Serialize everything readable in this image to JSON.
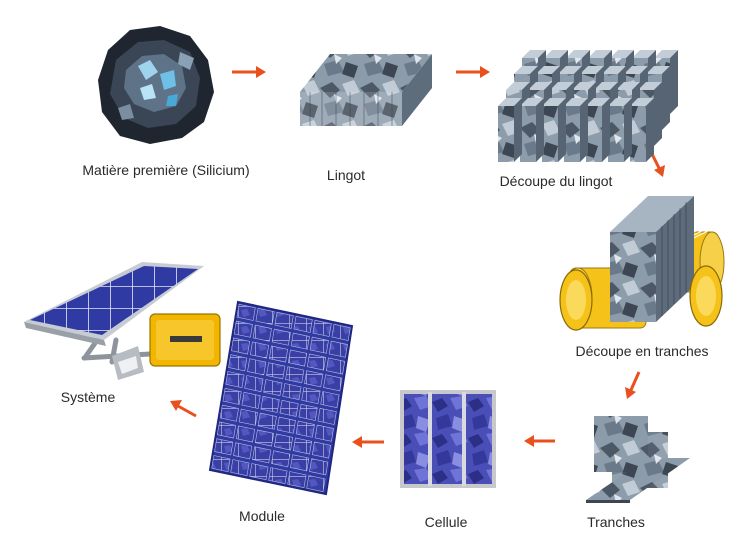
{
  "diagram": {
    "steps": [
      {
        "id": "raw",
        "label": "Matière première (Silicium)"
      },
      {
        "id": "ingot",
        "label": "Lingot"
      },
      {
        "id": "ingot-cut",
        "label": "Découpe du lingot"
      },
      {
        "id": "slicing",
        "label": "Découpe en tranches"
      },
      {
        "id": "wafers",
        "label": "Tranches"
      },
      {
        "id": "cell",
        "label": "Cellule"
      },
      {
        "id": "module",
        "label": "Module"
      },
      {
        "id": "system",
        "label": "Système"
      }
    ],
    "colors": {
      "arrow": "#e8501e",
      "panel_blue": "#3b3ea8",
      "crystal_gray": "#8a9aa8",
      "inverter_yellow": "#f2b600",
      "roller_yellow": "#f5c21a"
    }
  }
}
